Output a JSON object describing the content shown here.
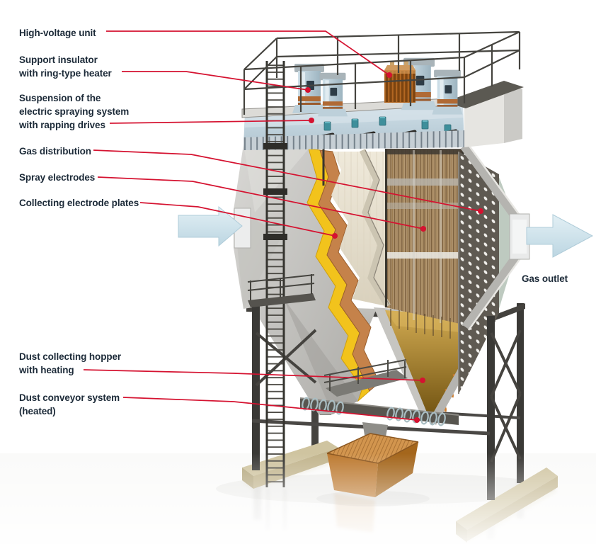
{
  "labels": {
    "high_voltage_unit": "High-voltage unit",
    "support_insulator_1": "Support insulator",
    "support_insulator_2": "with ring-type heater",
    "suspension_1": "Suspension of the",
    "suspension_2": "electric spraying system",
    "suspension_3": "with rapping drives",
    "gas_distribution": "Gas distribution",
    "spray_electrodes": "Spray electrodes",
    "collecting_electrode_plates": "Collecting electrode plates",
    "dust_hopper_1": "Dust collecting hopper",
    "dust_hopper_2": "with heating",
    "dust_conveyor_1": "Dust conveyor system",
    "dust_conveyor_2": "(heated)",
    "gas_outlet": "Gas outlet"
  },
  "colors": {
    "label_text": "#1c2a38",
    "leader_line": "#d51230",
    "gas_flow_arrow": "#cfe2ec",
    "collecting_plate_cream": "#e9e3d3",
    "insulation_yellow": "#f0c11d",
    "hv_transformer_orange": "#b26722",
    "dust_gold": "#b98a2e",
    "casing_gray": "#c9c8c4"
  }
}
